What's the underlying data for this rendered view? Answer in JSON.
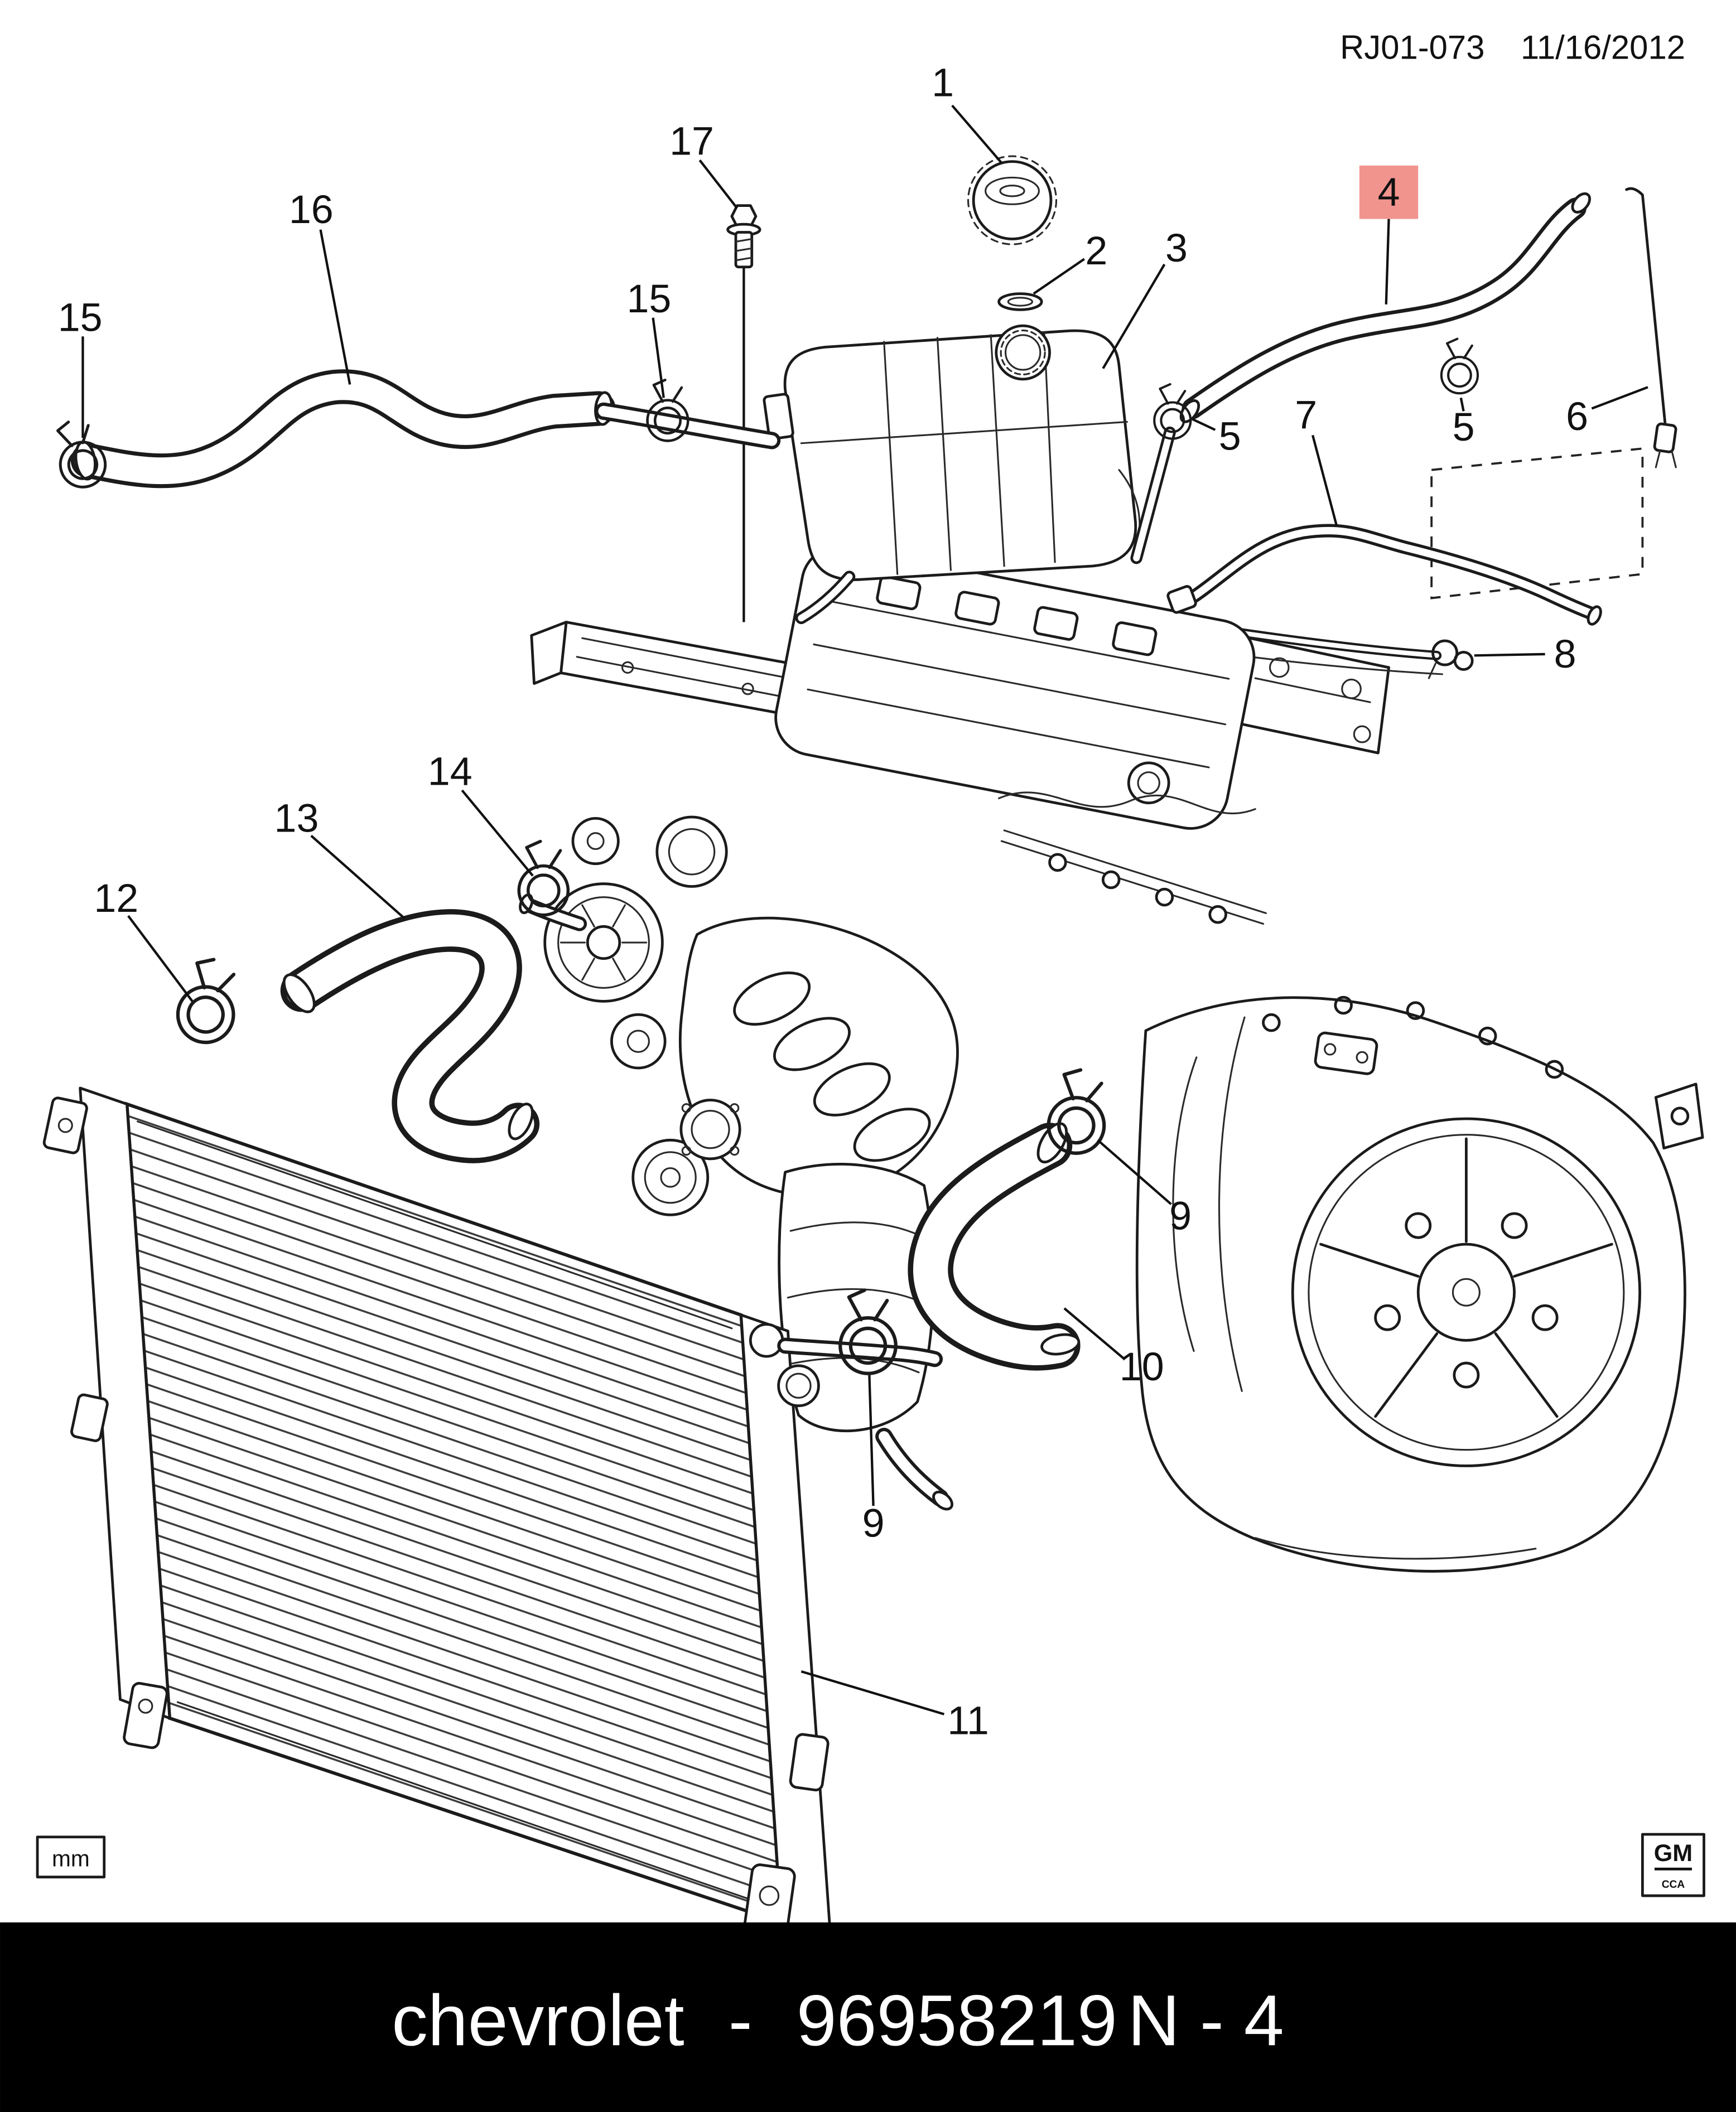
{
  "header": {
    "drawing_number": "RJ01-073",
    "date": "11/16/2012"
  },
  "highlight": {
    "background": "#f2948e",
    "text_color": "#7e1c16"
  },
  "callouts": [
    {
      "label": "1",
      "part": "reservoir-cap",
      "highlighted": false
    },
    {
      "label": "2",
      "part": "cap-seal",
      "highlighted": false
    },
    {
      "label": "3",
      "part": "coolant-reservoir",
      "highlighted": false
    },
    {
      "label": "4",
      "part": "vent-hose",
      "highlighted": true
    },
    {
      "label": "5",
      "part": "hose-clamp",
      "highlighted": false
    },
    {
      "label": "5",
      "part": "hose-clamp",
      "highlighted": false
    },
    {
      "label": "6",
      "part": "hose-rod",
      "highlighted": false
    },
    {
      "label": "7",
      "part": "outlet-pipe",
      "highlighted": false
    },
    {
      "label": "8",
      "part": "retaining-clip",
      "highlighted": false
    },
    {
      "label": "9",
      "part": "hose-clamp",
      "highlighted": false
    },
    {
      "label": "9",
      "part": "hose-clamp",
      "highlighted": false
    },
    {
      "label": "10",
      "part": "lower-hose",
      "highlighted": false
    },
    {
      "label": "11",
      "part": "radiator",
      "highlighted": false
    },
    {
      "label": "12",
      "part": "hose-clamp",
      "highlighted": false
    },
    {
      "label": "13",
      "part": "radiator-hose",
      "highlighted": false
    },
    {
      "label": "14",
      "part": "hose-clamp",
      "highlighted": false
    },
    {
      "label": "15",
      "part": "hose-clamp",
      "highlighted": false
    },
    {
      "label": "15",
      "part": "hose-clamp",
      "highlighted": false
    },
    {
      "label": "16",
      "part": "upper-hose",
      "highlighted": false
    },
    {
      "label": "17",
      "part": "screw",
      "highlighted": false
    }
  ],
  "units_box": {
    "label": "mm"
  },
  "gm_mark": {
    "top": "GM",
    "bottom": "CCA"
  },
  "footer": {
    "brand": "chevrolet",
    "separator": "-",
    "part_number": "96958219",
    "page_code": "N - 4"
  }
}
